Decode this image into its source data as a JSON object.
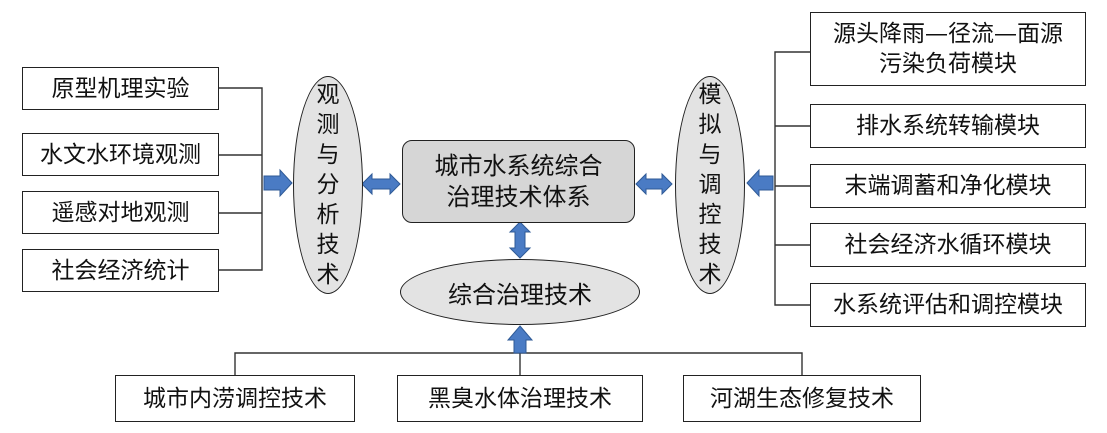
{
  "colors": {
    "arrow_fill": "#4a7bc4",
    "arrow_stroke": "#2f5a96",
    "center_fill": "#d6d6d6",
    "ellipse_fill": "#e3e3e3"
  },
  "left_inputs": [
    "原型机理实验",
    "水文水环境观测",
    "遥感对地观测",
    "社会经济统计"
  ],
  "observation_tech": "观测与分析技术",
  "core_system": "城市水系统综合\n治理技术体系",
  "simulation_tech": "模拟与调控技术",
  "right_modules": [
    "源头降雨—径流—面源\n污染负荷模块",
    "排水系统转输模块",
    "末端调蓄和净化模块",
    "社会经济水循环模块",
    "水系统评估和调控模块"
  ],
  "integrated_tech": "综合治理技术",
  "bottom_techs": [
    "城市内涝调控技术",
    "黑臭水体治理技术",
    "河湖生态修复技术"
  ]
}
